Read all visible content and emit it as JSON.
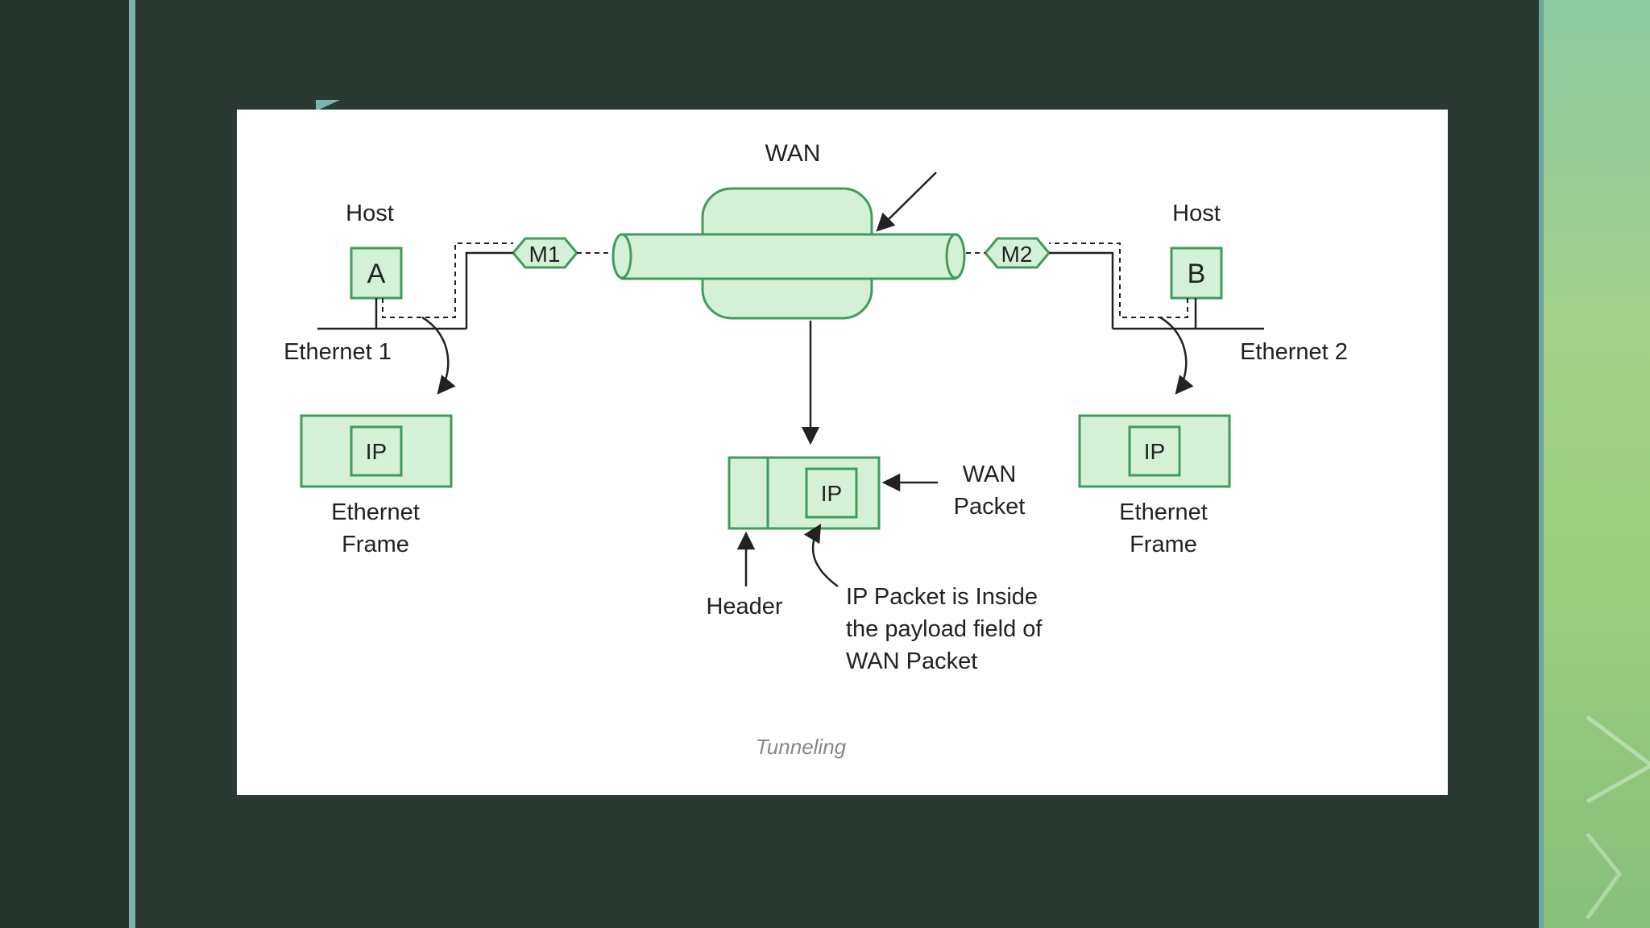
{
  "diagram": {
    "caption": "Tunneling",
    "wan_label": "WAN",
    "host_a": {
      "title": "Host",
      "letter": "A",
      "network": "Ethernet 1"
    },
    "host_b": {
      "title": "Host",
      "letter": "B",
      "network": "Ethernet 2"
    },
    "router_1": "M1",
    "router_2": "M2",
    "frame_left": {
      "inner": "IP",
      "label_line1": "Ethernet",
      "label_line2": "Frame"
    },
    "frame_right": {
      "inner": "IP",
      "label_line1": "Ethernet",
      "label_line2": "Frame"
    },
    "wan_packet": {
      "inner": "IP",
      "label_line1": "WAN",
      "label_line2": "Packet"
    },
    "header_label": "Header",
    "note": {
      "line1": "IP Packet is Inside",
      "line2": "the payload field of",
      "line3": "WAN Packet"
    }
  },
  "colors": {
    "fill": "#d4f1d8",
    "stroke": "#3f9c5c",
    "background": "#2a3a32",
    "accent": "#7fb0ad"
  }
}
